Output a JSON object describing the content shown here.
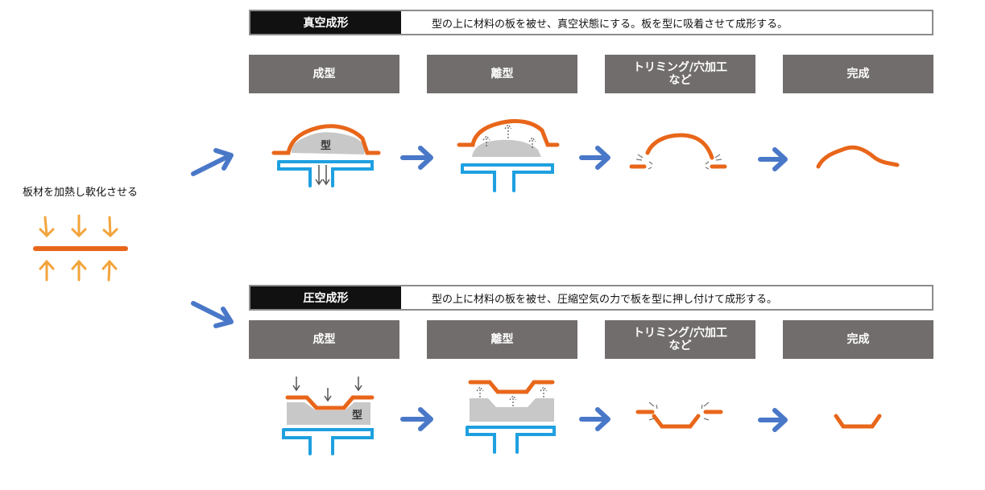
{
  "left": {
    "label": "板材を加熱し軟化させる"
  },
  "vacuum": {
    "title": "真空成形",
    "description": "型の上に材料の板を被せ、真空状態にする。板を型に吸着させて成形する。",
    "steps": [
      "成型",
      "離型",
      "トリミング/穴加工\nなど",
      "完成"
    ],
    "mold_label": "型"
  },
  "pressure": {
    "title": "圧空成形",
    "description": "型の上に材料の板を被せ、圧縮空気の力で板を型に押し付けて成形する。",
    "steps": [
      "成型",
      "離型",
      "トリミング/穴加工\nなど",
      "完成"
    ],
    "mold_label": "型"
  },
  "colors": {
    "sheet": "#e8661a",
    "heat_arrow": "#f2a43c",
    "flow_arrow": "#4a78c8",
    "platen": "#1ea0e0",
    "mold": "#c8c8c8",
    "step_bg": "#716d6c",
    "title_bg": "#111111"
  }
}
